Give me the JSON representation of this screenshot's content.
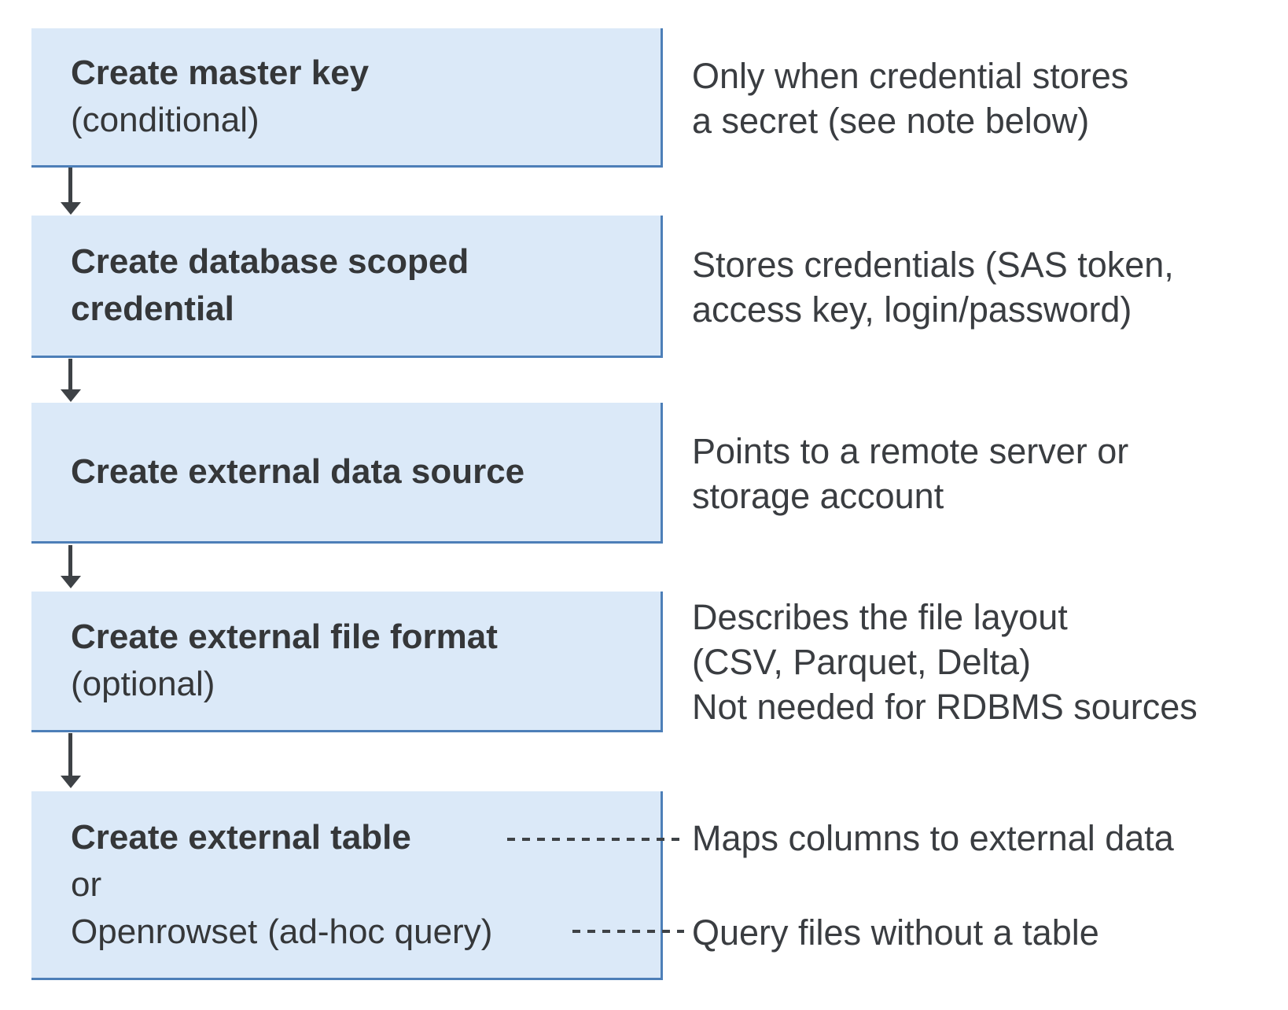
{
  "colors": {
    "box_fill": "#dbe9f8",
    "box_border": "#4d7fb8",
    "arrow": "#3e4246",
    "box_text": "#353739",
    "note_text": "#3a3d41"
  },
  "steps": [
    {
      "id": "create-master-key",
      "title_lines": [
        "Create master key"
      ],
      "subtitle": "(conditional)",
      "note_lines": [
        "Only when credential stores",
        "a secret (see note below)"
      ]
    },
    {
      "id": "create-database-scoped-credential",
      "title_lines": [
        "Create database scoped",
        "credential"
      ],
      "note_lines": [
        "Stores credentials (SAS token,",
        "access key, login/password)"
      ]
    },
    {
      "id": "create-external-data-source",
      "title_lines": [
        "Create external data source"
      ],
      "note_lines": [
        "Points to a remote server or",
        "storage account"
      ]
    },
    {
      "id": "create-external-file-format",
      "title_lines": [
        "Create external file format"
      ],
      "subtitle": "(optional)",
      "note_lines": [
        "Describes the file layout",
        "(CSV, Parquet, Delta)",
        "Not needed for RDBMS sources"
      ]
    },
    {
      "id": "create-external-table-or-openrowset",
      "title_lines": [
        "Create external table"
      ],
      "or_label": "or",
      "alt_title_bold": "Openrowset",
      "alt_title_suffix": "(ad-hoc query)",
      "note_table": "Maps columns to external data",
      "note_openrowset": "Query files without a table"
    }
  ]
}
